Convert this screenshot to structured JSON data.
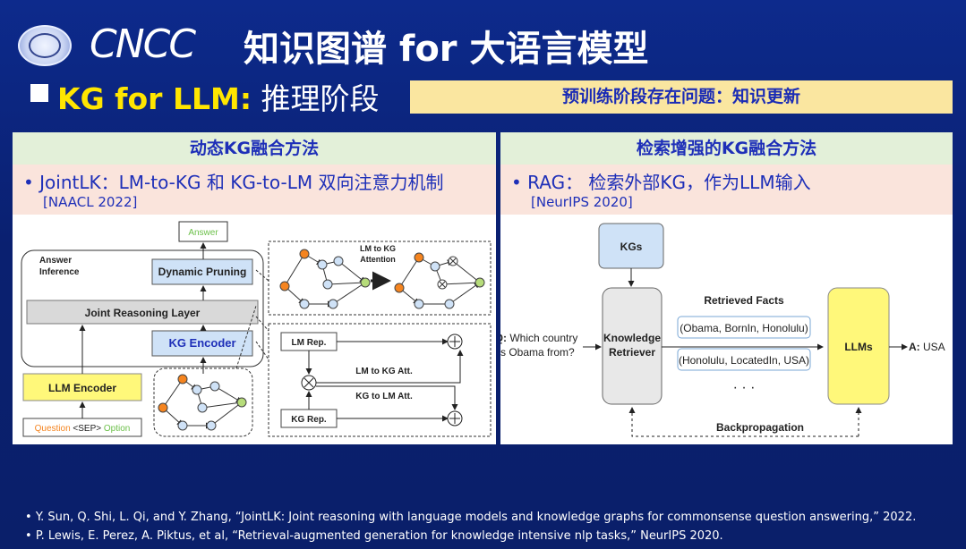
{
  "header": {
    "logo": "CNCC",
    "title": "知识图谱 for 大语言模型"
  },
  "subtitle": {
    "highlight": "KG for LLM:",
    "rest": " 推理阶段"
  },
  "problem_banner": "预训练阶段存在问题：知识更新",
  "left_panel": {
    "heading": "动态KG融合方法",
    "bullet": "JointLK：LM-to-KG 和 KG-to-LM 双向注意力机制",
    "citation": "[NAACL 2022]",
    "diagram": {
      "answer": "Answer",
      "answer_inference_1": "Answer",
      "answer_inference_2": "Inference",
      "dynamic_pruning": "Dynamic Pruning",
      "joint_reasoning": "Joint Reasoning Layer",
      "kg_encoder": "KG Encoder",
      "llm_encoder": "LLM Encoder",
      "input_question": "Question",
      "input_sep": "<SEP>",
      "input_option": "Option",
      "lm_to_kg_att_1": "LM to KG",
      "lm_to_kg_att_2": "Attention",
      "lm_rep": "LM Rep.",
      "kg_rep": "KG Rep.",
      "lm_to_kg_label": "LM to KG Att.",
      "kg_to_lm_label": "KG to LM Att."
    }
  },
  "right_panel": {
    "heading": "检索增强的KG融合方法",
    "bullet": "RAG： 检索外部KG，作为LLM输入",
    "citation": "[NeurIPS 2020]",
    "diagram": {
      "kgs": "KGs",
      "retriever_1": "Knowledge",
      "retriever_2": "Retriever",
      "retrieved_facts": "Retrieved Facts",
      "fact_1": "(Obama, BornIn, Honolulu)",
      "fact_2": "(Honolulu, LocatedIn, USA)",
      "ellipsis": "· · ·",
      "llms": "LLMs",
      "question_prefix": "Q:",
      "question_1": " Which country",
      "question_2": "is Obama from?",
      "answer_prefix": "A:",
      "answer": " USA",
      "backprop": "Backpropagation"
    }
  },
  "footnotes": [
    "Y. Sun, Q. Shi, L. Qi, and Y. Zhang, “JointLK: Joint reasoning with language models and knowledge graphs for commonsense question answering,” 2022.",
    "P. Lewis, E. Perez, A. Piktus, et al, “Retrieval-augmented generation for knowledge intensive nlp tasks,” NeurIPS 2020."
  ],
  "colors": {
    "background": "#0a2070",
    "accent_yellow": "#ffe600",
    "heading_blue": "#1e2fb8",
    "box_blue": "#cfe2f7",
    "box_yellow": "#fff87a",
    "node_orange": "#f5841f",
    "node_green": "#b6dc7a"
  }
}
